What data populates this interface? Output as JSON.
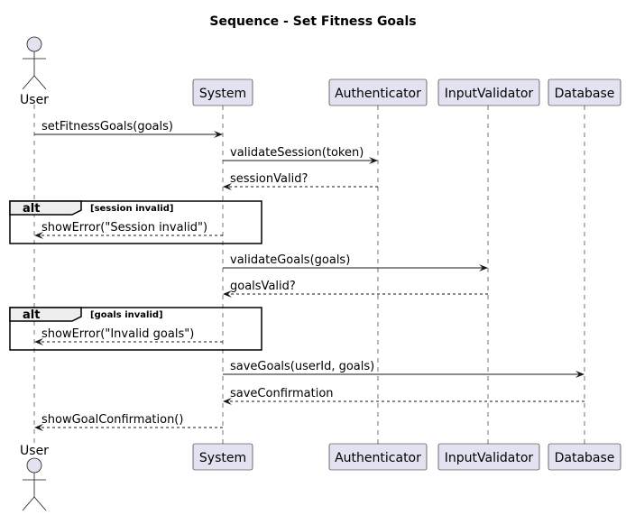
{
  "title": "Sequence - Set Fitness Goals",
  "participants": [
    {
      "id": "user",
      "label": "User",
      "kind": "actor"
    },
    {
      "id": "system",
      "label": "System",
      "kind": "participant"
    },
    {
      "id": "auth",
      "label": "Authenticator",
      "kind": "participant"
    },
    {
      "id": "validator",
      "label": "InputValidator",
      "kind": "participant"
    },
    {
      "id": "db",
      "label": "Database",
      "kind": "participant"
    }
  ],
  "messages": [
    {
      "from": "user",
      "to": "system",
      "label": "setFitnessGoals(goals)",
      "style": "solid"
    },
    {
      "from": "system",
      "to": "auth",
      "label": "validateSession(token)",
      "style": "solid"
    },
    {
      "from": "auth",
      "to": "system",
      "label": "sessionValid?",
      "style": "dashed"
    },
    {
      "from": "system",
      "to": "user",
      "label": "showError(\"Session invalid\")",
      "style": "dashed"
    },
    {
      "from": "system",
      "to": "validator",
      "label": "validateGoals(goals)",
      "style": "solid"
    },
    {
      "from": "validator",
      "to": "system",
      "label": "goalsValid?",
      "style": "dashed"
    },
    {
      "from": "system",
      "to": "user",
      "label": "showError(\"Invalid goals\")",
      "style": "dashed"
    },
    {
      "from": "system",
      "to": "db",
      "label": "saveGoals(userId, goals)",
      "style": "solid"
    },
    {
      "from": "db",
      "to": "system",
      "label": "saveConfirmation",
      "style": "dashed"
    },
    {
      "from": "system",
      "to": "user",
      "label": "showGoalConfirmation()",
      "style": "dashed"
    }
  ],
  "fragments": [
    {
      "keyword": "alt",
      "condition": "[session invalid]",
      "message_index": 3
    },
    {
      "keyword": "alt",
      "condition": "[goals invalid]",
      "message_index": 6
    }
  ]
}
